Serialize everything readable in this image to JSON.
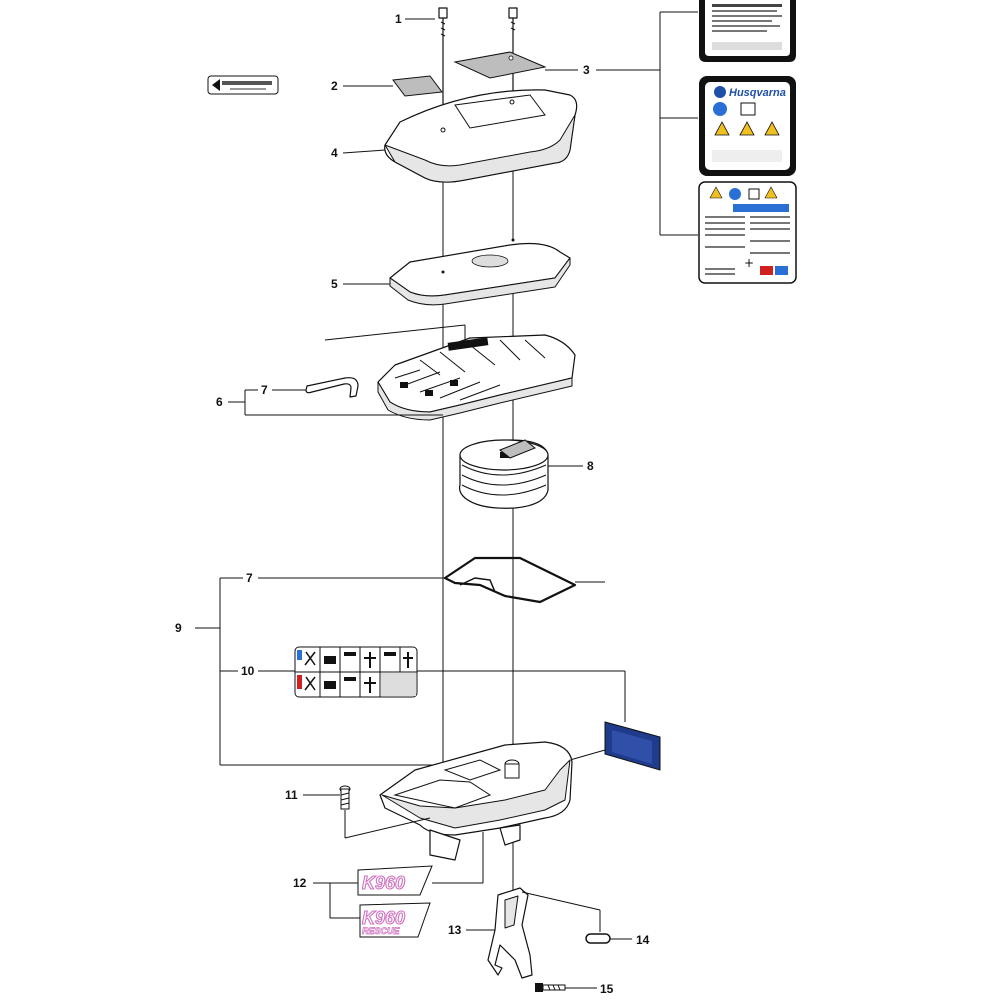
{
  "callouts": {
    "c1": "1",
    "c2": "2",
    "c3": "3",
    "c4": "4",
    "c5": "5",
    "c6": "6",
    "c7a": "7",
    "c7b": "7",
    "c8": "8",
    "c9": "9",
    "c10": "10",
    "c11": "11",
    "c12": "12",
    "c13": "13",
    "c14": "14",
    "c15": "15"
  },
  "labels": {
    "brand": "Husqvarna",
    "model_decal_1": "K960",
    "model_decal_2": "K960",
    "model_decal_2_sub": "RESCUE"
  },
  "colors": {
    "line": "#111111",
    "shade": "#e6e6e6",
    "warning_yellow": "#f0c020",
    "info_blue": "#2a6fd6",
    "decal_pink": "#d070c0",
    "panel_blue": "#1f3b8c",
    "label_red": "#d02020"
  }
}
